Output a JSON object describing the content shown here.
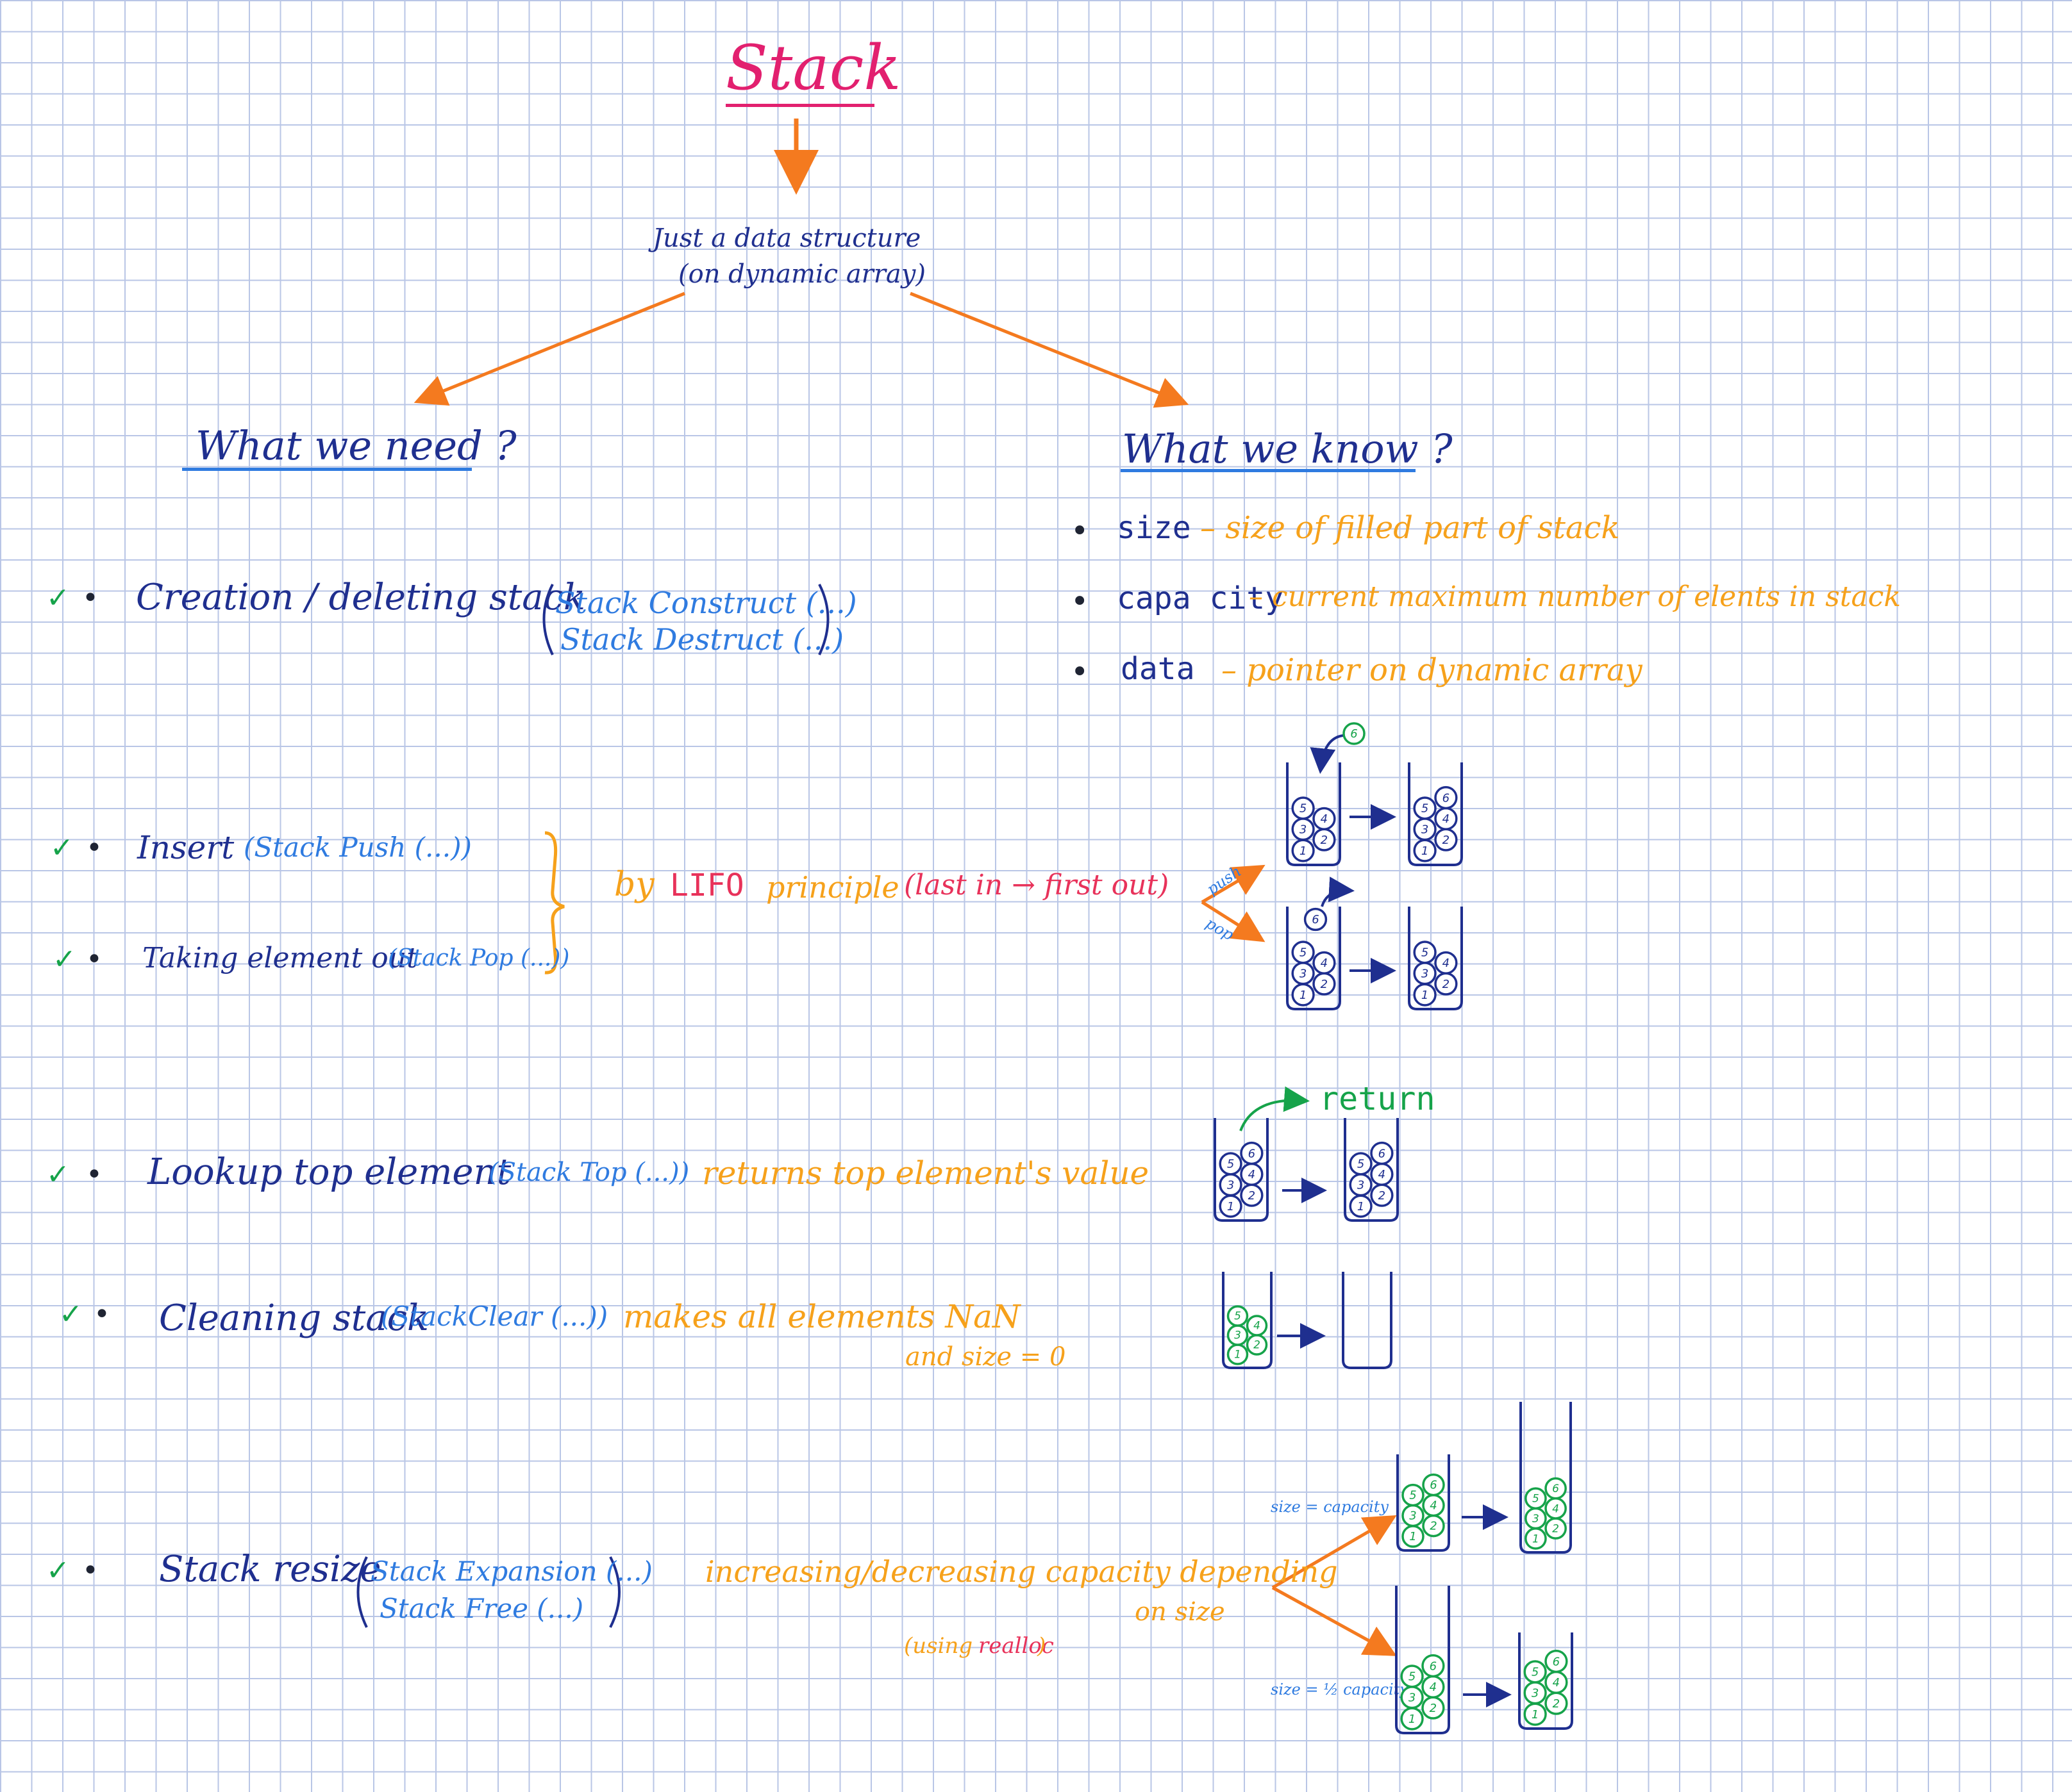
{
  "title": "Stack",
  "subtitle": {
    "line1": "Just a data structure",
    "line2": "(on dynamic array)"
  },
  "need": {
    "heading": "What we need ?",
    "check": "✓",
    "bullet": "•",
    "items": [
      {
        "label": "Creation / deleting stack",
        "code_line1": "Stack Construct (...)",
        "code_line2": "Stack Destruct (...)"
      },
      {
        "label": "Insert",
        "code": "(Stack Push (...))"
      },
      {
        "label": "Taking element out",
        "code": "(Stack Pop (...))"
      },
      {
        "label": "Lookup top element",
        "code": "(Stack Top (...))",
        "note": "returns top element's value"
      },
      {
        "label": "Cleaning stack",
        "code": "(StackClear (...))",
        "note": "makes all elements NaN",
        "note2": "and size = 0"
      },
      {
        "label": "Stack resize",
        "code_line1": "Stack Expansion (...)",
        "code_line2": "Stack Free (...)"
      }
    ],
    "lifo_by": "by",
    "lifo_name": "LIFO",
    "lifo_principle": "principle",
    "lifo_detail": "(last in → first out)",
    "resize_note": "increasing/decreasing capacity depending",
    "resize_note2": "on size",
    "resize_using": "(using",
    "resize_realloc": "realloc",
    "resize_close": ")"
  },
  "know": {
    "heading": "What we know ?",
    "bullet": "•",
    "fields": [
      {
        "name": "size",
        "desc": "– size of filled part of stack"
      },
      {
        "name": "capa city",
        "desc": "– current maximum number of elents in stack"
      },
      {
        "name": "data",
        "desc": "– pointer on dynamic array"
      }
    ]
  },
  "illustrations": {
    "push_label": "push",
    "pop_label": "pop",
    "return_label": "return",
    "size_eq_capacity": "size = capacity",
    "size_eq_half_capacity": "size = ½ capacity",
    "ball_numbers": [
      "1",
      "2",
      "3",
      "4",
      "5",
      "6"
    ]
  },
  "colors": {
    "title": "#e2206f",
    "navy": "#1f2f8f",
    "blue": "#2f7be0",
    "orange": "#f6a11b",
    "arrow_orange": "#f47a1f",
    "red": "#e8325a",
    "green": "#16a34a",
    "grid": "#b9c6e6"
  }
}
